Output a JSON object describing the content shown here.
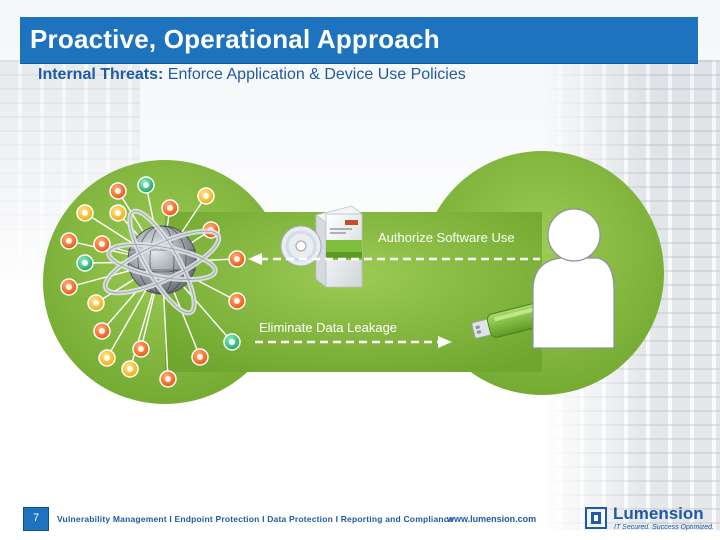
{
  "header": {
    "title": "Proactive, Operational Approach",
    "subtitle_bold": "Internal Threats:",
    "subtitle_rest": " Enforce Application & Device Use Policies"
  },
  "diagram": {
    "authorize_label": "Authorize Software Use",
    "leakage_label": "Eliminate Data Leakage",
    "icons": [
      "globe-icon",
      "software-box-icon",
      "cd-icon",
      "usb-drive-icon",
      "user-icon"
    ],
    "node_colors": {
      "orange": "#ef6d1f",
      "yellow": "#f5b820",
      "green": "#2db37a"
    },
    "panel_color": "#7fb83a"
  },
  "footer": {
    "page_number": "7",
    "tagline": "Vulnerability Management I Endpoint Protection I Data Protection I Reporting and Compliance",
    "url": "www.lumension.com",
    "brand": "Lumension",
    "brand_tagline": "IT Secured. Success Optimized."
  }
}
